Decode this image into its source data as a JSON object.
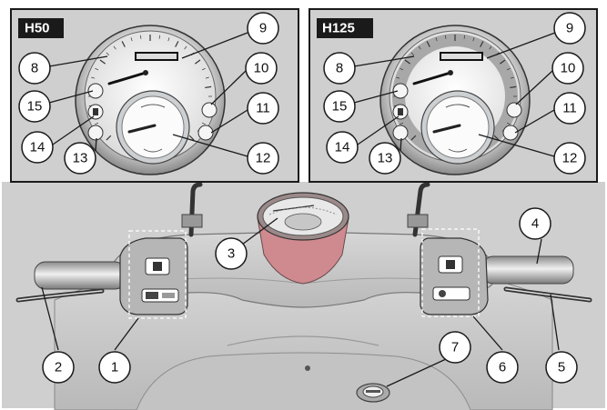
{
  "panels": [
    {
      "title": "H50"
    },
    {
      "title": "H125"
    }
  ],
  "callouts": {
    "c1": "1",
    "c2": "2",
    "c3": "3",
    "c4": "4",
    "c5": "5",
    "c6": "6",
    "c7": "7",
    "c8": "8",
    "c9": "9",
    "c10": "10",
    "c11": "11",
    "c12": "12",
    "c13": "13",
    "c14": "14",
    "c15": "15"
  },
  "colors": {
    "background": "#ffffff",
    "panel_bg": "#cfcfcf",
    "scooter_body": "#c9c9c9",
    "callout_fill": "#ffffff",
    "outline": "#1a1a1a",
    "title_bg": "#1a1a1a"
  }
}
